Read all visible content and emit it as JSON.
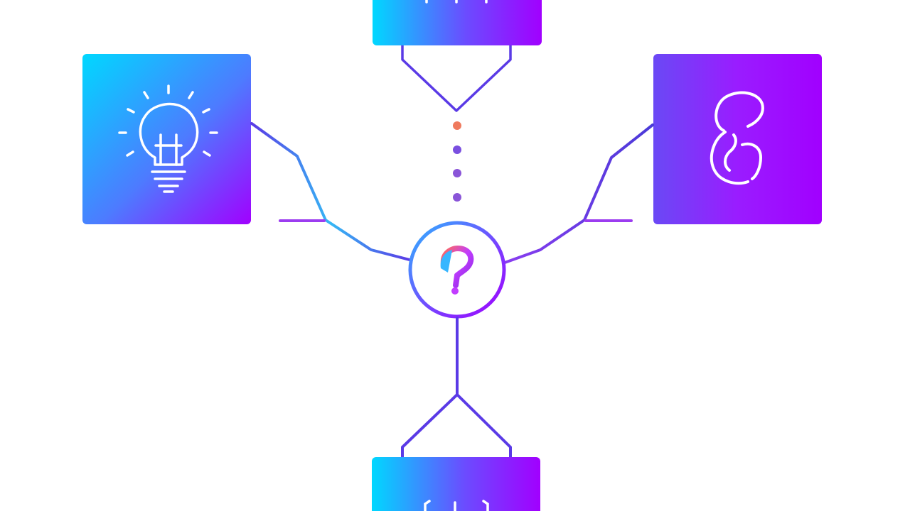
{
  "diagram": {
    "center_node": {
      "icon": "question-mark-icon"
    },
    "nodes": [
      {
        "id": "top",
        "icon": "partial-icon"
      },
      {
        "id": "left",
        "icon": "lightbulb-icon"
      },
      {
        "id": "right",
        "icon": "infinity-loop-icon"
      },
      {
        "id": "bottom",
        "icon": "partial-icon"
      }
    ],
    "dots": [
      "#ef7a5e",
      "#7a4fe0",
      "#8a55d8",
      "#8a55d8"
    ]
  },
  "colors": {
    "gradient_start": "#00d2ff",
    "gradient_mid": "#6a5cff",
    "gradient_end": "#a100ff",
    "line": "#4f46e5",
    "background": "#ffffff"
  }
}
